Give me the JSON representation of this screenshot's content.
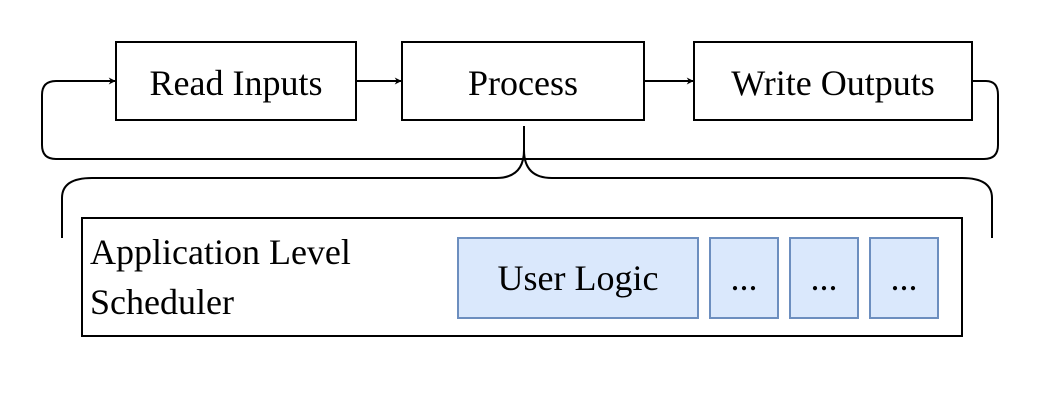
{
  "pipeline": {
    "read_inputs": "Read Inputs",
    "process": "Process",
    "write_outputs": "Write Outputs"
  },
  "scheduler": {
    "title_line1": "Application Level",
    "title_line2": "Scheduler",
    "user_logic": "User Logic",
    "slot_1": "...",
    "slot_2": "...",
    "slot_3": "..."
  },
  "colors": {
    "stroke": "#000000",
    "task_fill": "#dae8fc",
    "task_stroke": "#6c8ebf"
  }
}
